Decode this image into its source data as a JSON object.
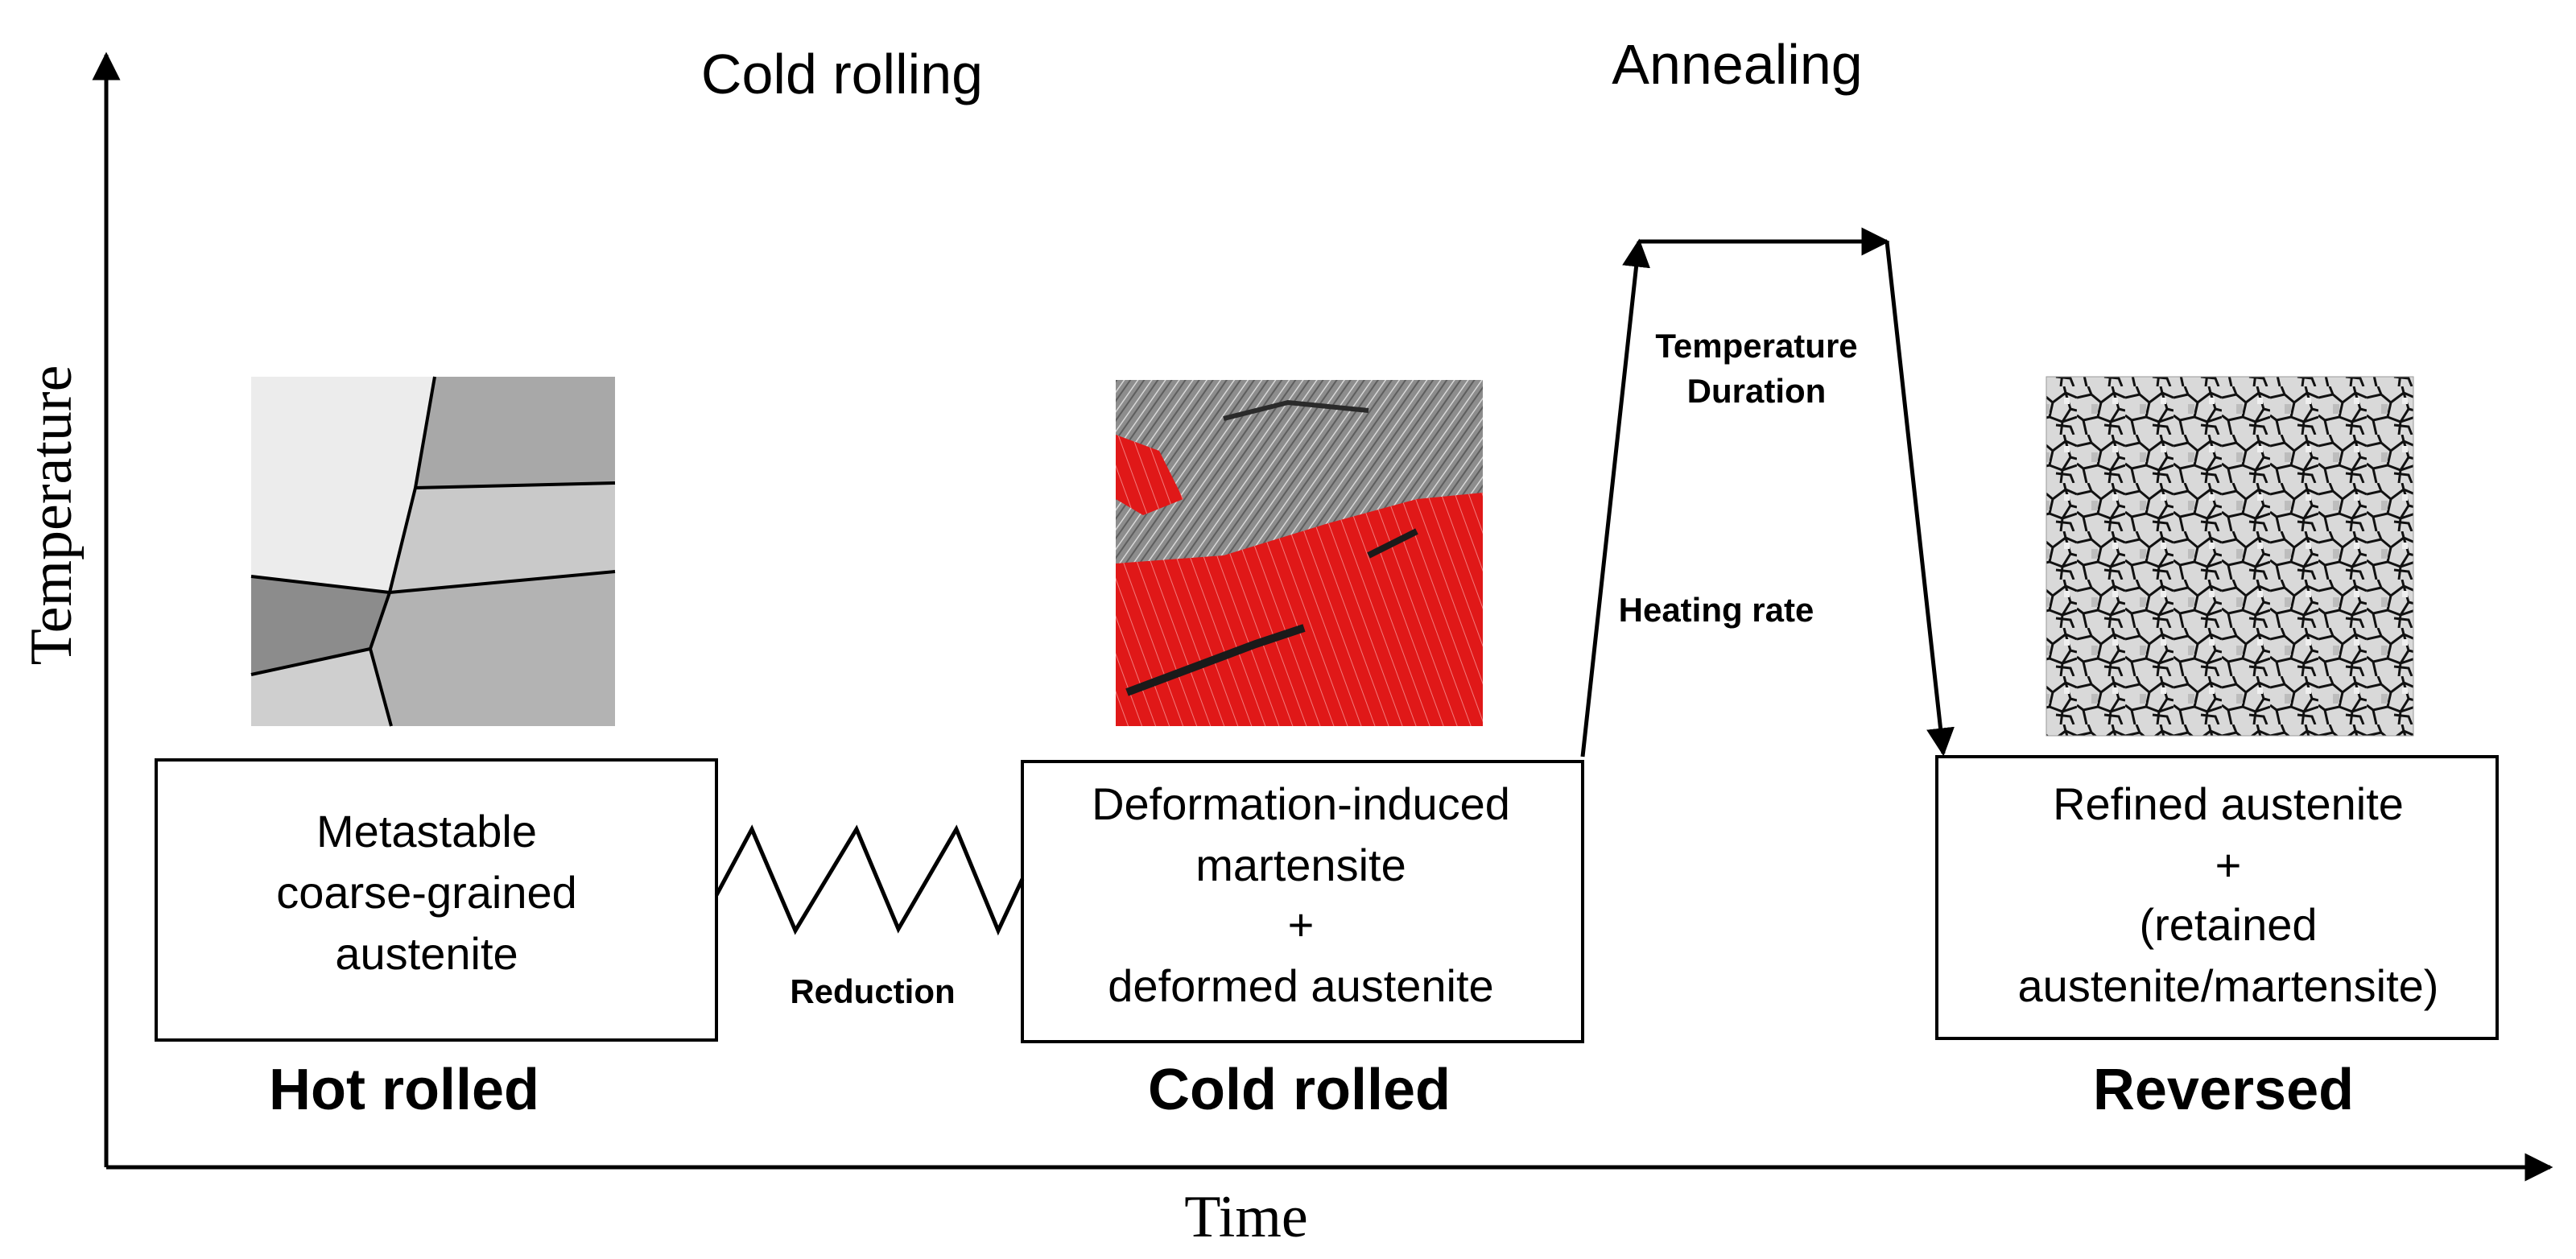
{
  "axes": {
    "x_label": "Time",
    "y_label": "Temperature"
  },
  "phases": {
    "cold_rolling": "Cold rolling",
    "annealing": "Annealing"
  },
  "stages": {
    "hot_rolled": {
      "title": "Hot rolled",
      "lines": [
        "Metastable",
        "coarse-grained",
        "austenite"
      ]
    },
    "cold_rolled": {
      "title": "Cold rolled",
      "lines": [
        "Deformation-induced",
        "martensite",
        "+",
        "deformed austenite"
      ]
    },
    "reversed": {
      "title": "Reversed",
      "lines": [
        "Refined austenite",
        "+",
        "(retained",
        "austenite/martensite)"
      ]
    }
  },
  "parameters": {
    "reduction": "Reduction",
    "heating_rate": "Heating rate",
    "temperature": "Temperature",
    "duration": "Duration"
  },
  "colors": {
    "line": "#000000",
    "martensite_red": "#e01818",
    "micrograph_gray": "#9a9a9a"
  }
}
